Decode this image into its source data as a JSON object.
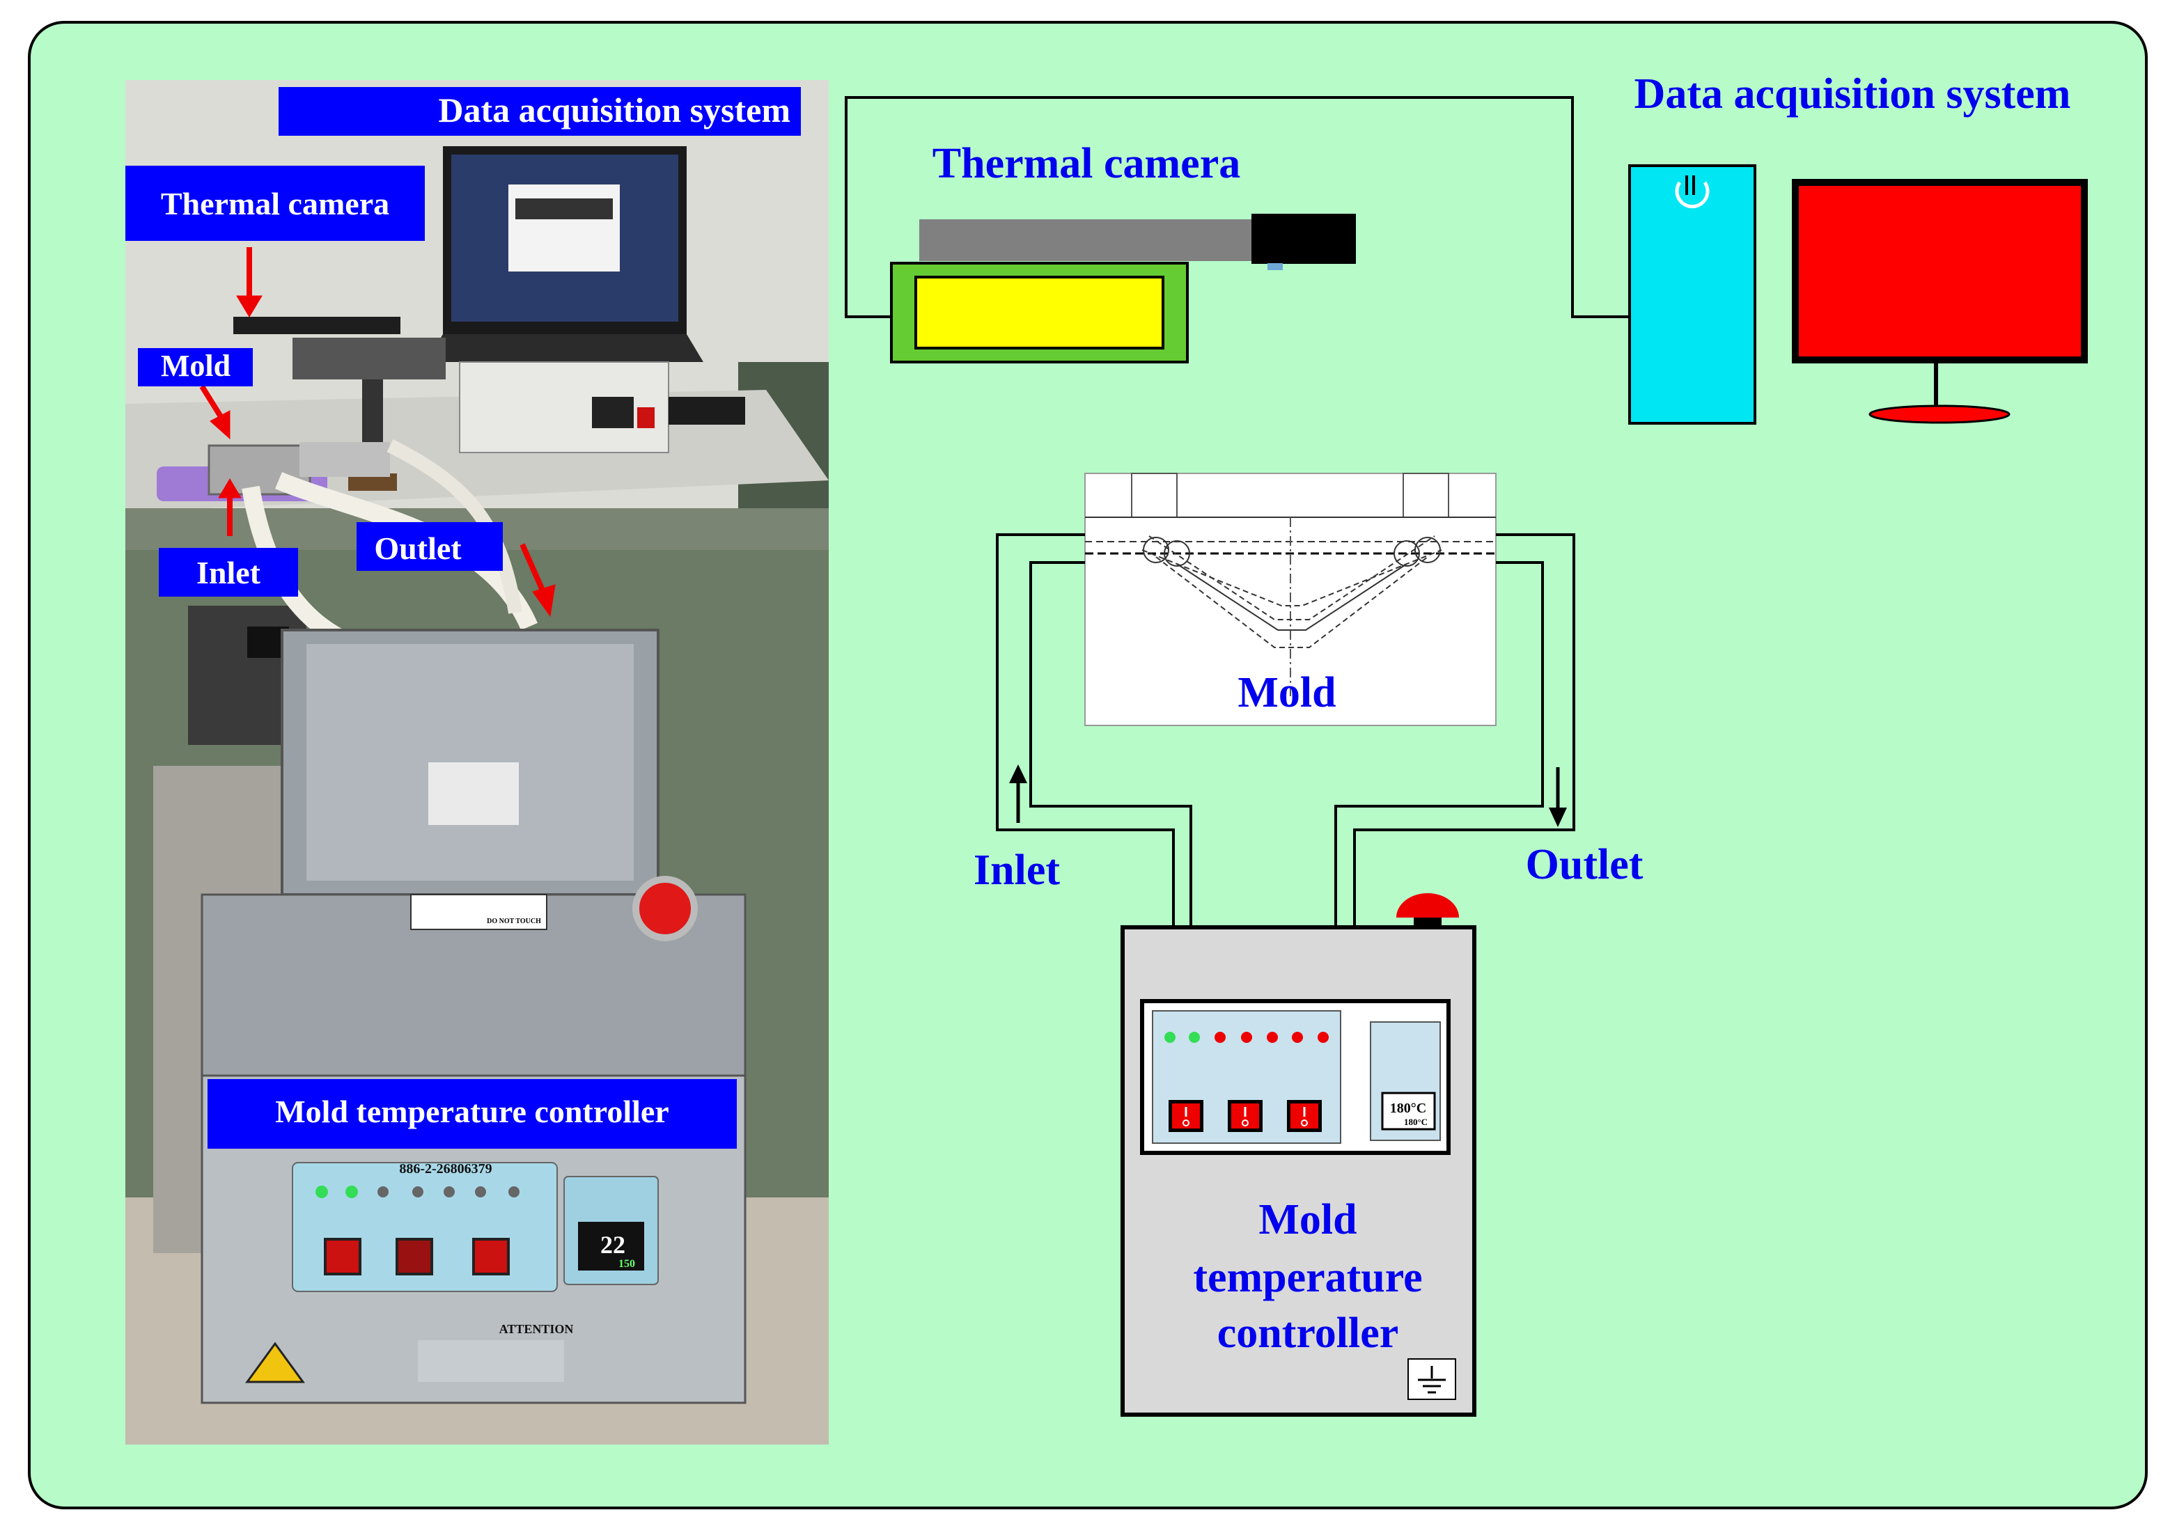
{
  "colors": {
    "background": "#ffffff",
    "panel": "#b6fbc8",
    "label_box": "#0000ff",
    "label_text": "#ffffff",
    "diagram_text": "#0000ee",
    "camera_body": "#808080",
    "camera_lens": "#000000",
    "camera_base": "#66cc33",
    "camera_screen": "#ffff00",
    "computer_case": "#00e6f2",
    "monitor_screen": "#ff0000",
    "controller_case": "#d9d9d9",
    "controller_panel": "#c9e2ee",
    "arrow_red": "#ee0000",
    "led_green": "#33dd55",
    "led_red": "#ee0000"
  },
  "photo": {
    "labels": {
      "data_acquisition": "Data acquisition system",
      "thermal_camera": "Thermal camera",
      "mold": "Mold",
      "inlet": "Inlet",
      "outlet": "Outlet",
      "controller": "Mold temperature controller"
    },
    "warning_sign": "DO NOT TOUCH",
    "phone_number": "886-2-26806379",
    "display_reading": "22",
    "display_setpoint": "150",
    "attention_label": "ATTENTION"
  },
  "diagram": {
    "data_acquisition_label": "Data acquisition system",
    "thermal_camera_label": "Thermal camera",
    "mold_label": "Mold",
    "inlet_label": "Inlet",
    "outlet_label": "Outlet",
    "controller_label_lines": [
      "Mold",
      "temperature",
      "controller"
    ],
    "controller_display": {
      "main": "180°C",
      "sub": "180°C"
    },
    "leds": [
      "green",
      "green",
      "red",
      "red",
      "red",
      "red",
      "red"
    ],
    "switch_count": 3
  }
}
